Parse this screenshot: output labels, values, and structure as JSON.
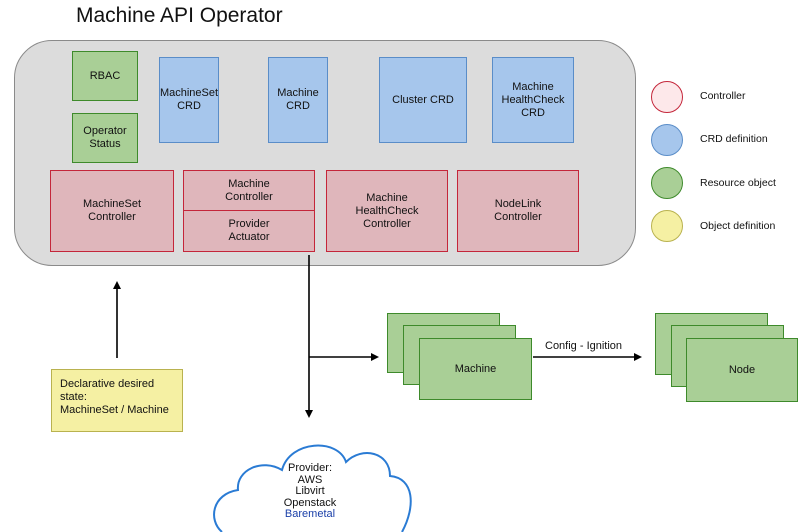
{
  "title": "Machine API Operator",
  "boxes": {
    "rbac": "RBAC",
    "operator_status": "Operator\nStatus",
    "machineset_crd": "MachineSet\nCRD",
    "machine_crd": "Machine\nCRD",
    "cluster_crd": "Cluster CRD",
    "mhc_crd": "Machine\nHealthCheck\nCRD",
    "machineset_controller": "MachineSet\nController",
    "machine_controller": "Machine\nController",
    "provider_actuator": "Provider\nActuator",
    "mhc_controller": "Machine\nHealthCheck\nController",
    "nodelink_controller": "NodeLink\nController",
    "desired_state": "Declarative desired state:\nMachineSet / Machine"
  },
  "legend": [
    {
      "label": "Controller",
      "color": "#c4263a",
      "fill": "#fde8ea"
    },
    {
      "label": "CRD definition",
      "color": "#5a8dc8",
      "fill": "#a6c6ec"
    },
    {
      "label": "Resource object",
      "color": "#3e8a2b",
      "fill": "#a9cf96"
    },
    {
      "label": "Object definition",
      "color": "#b9b24f",
      "fill": "#f5f0a3"
    }
  ],
  "machine_stack": "Machine",
  "node_stack": "Node",
  "edge_label": "Config - Ignition",
  "cloud": {
    "line1": "Provider:",
    "line2": "AWS",
    "line3": "Libvirt",
    "line4": "Openstack",
    "line5": "Baremetal"
  },
  "colors": {
    "green_fill": "#a9cf96",
    "green_border": "#3e8a2b",
    "blue_fill": "#a6c6ec",
    "red_fill": "#dfb6bb",
    "red_border": "#c4263a",
    "yellow_fill": "#f5f0a3",
    "cloud_border": "#2a7bd4"
  }
}
